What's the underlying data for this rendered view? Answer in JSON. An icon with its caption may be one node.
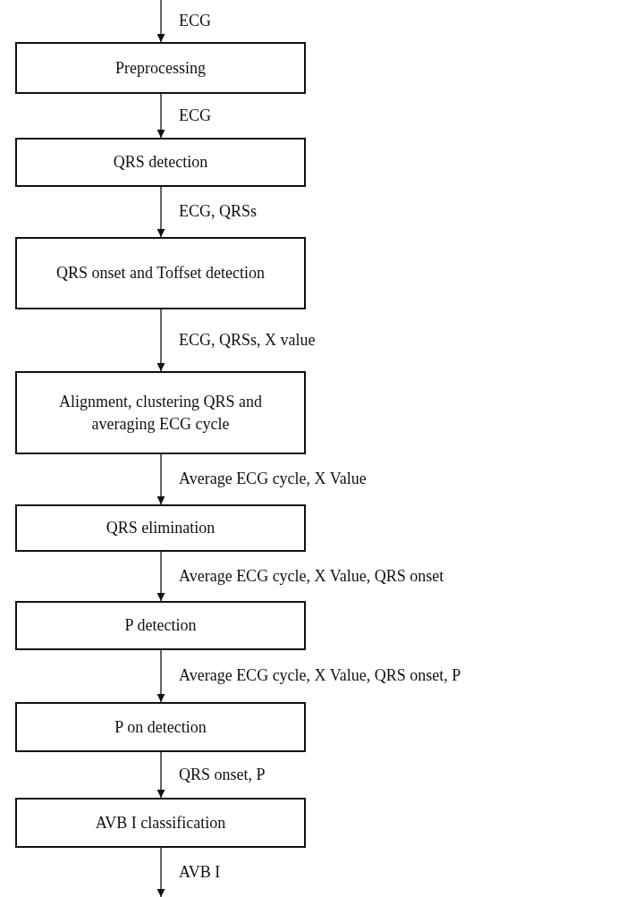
{
  "diagram": {
    "nodes": [
      {
        "text": [
          "Preprocessing"
        ]
      },
      {
        "text": [
          "QRS detection"
        ]
      },
      {
        "text": [
          "QRS onset and Toffset detection"
        ]
      },
      {
        "text": [
          "Alignment, clustering QRS and averaging ECG cycle"
        ]
      },
      {
        "text": [
          "QRS elimination"
        ]
      },
      {
        "text": [
          "P detection"
        ]
      },
      {
        "text": [
          "P on detection"
        ]
      },
      {
        "text": [
          "AVB I classification"
        ]
      }
    ],
    "edges": [
      {
        "from": null,
        "to": 0,
        "arrow": "to",
        "label": "ECG"
      },
      {
        "from": 0,
        "to": 1,
        "arrow": "to",
        "label": "ECG"
      },
      {
        "from": 1,
        "to": 2,
        "arrow": "to",
        "label": "ECG, QRSs"
      },
      {
        "from": 2,
        "to": 3,
        "arrow": "to",
        "label": "ECG, QRSs, X value"
      },
      {
        "from": 3,
        "to": 4,
        "arrow": "to",
        "label": "Average ECG cycle, X Value"
      },
      {
        "from": 4,
        "to": 5,
        "arrow": "to",
        "label": "Average ECG cycle, X Value, QRS onset"
      },
      {
        "from": 5,
        "to": 6,
        "arrow": "to",
        "label": "Average ECG cycle, X Value, QRS onset, P"
      },
      {
        "from": 6,
        "to": 7,
        "arrow": "to",
        "label": "QRS onset, P"
      },
      {
        "from": 7,
        "to": null,
        "arrow": "to",
        "label": "AVB I"
      }
    ]
  }
}
